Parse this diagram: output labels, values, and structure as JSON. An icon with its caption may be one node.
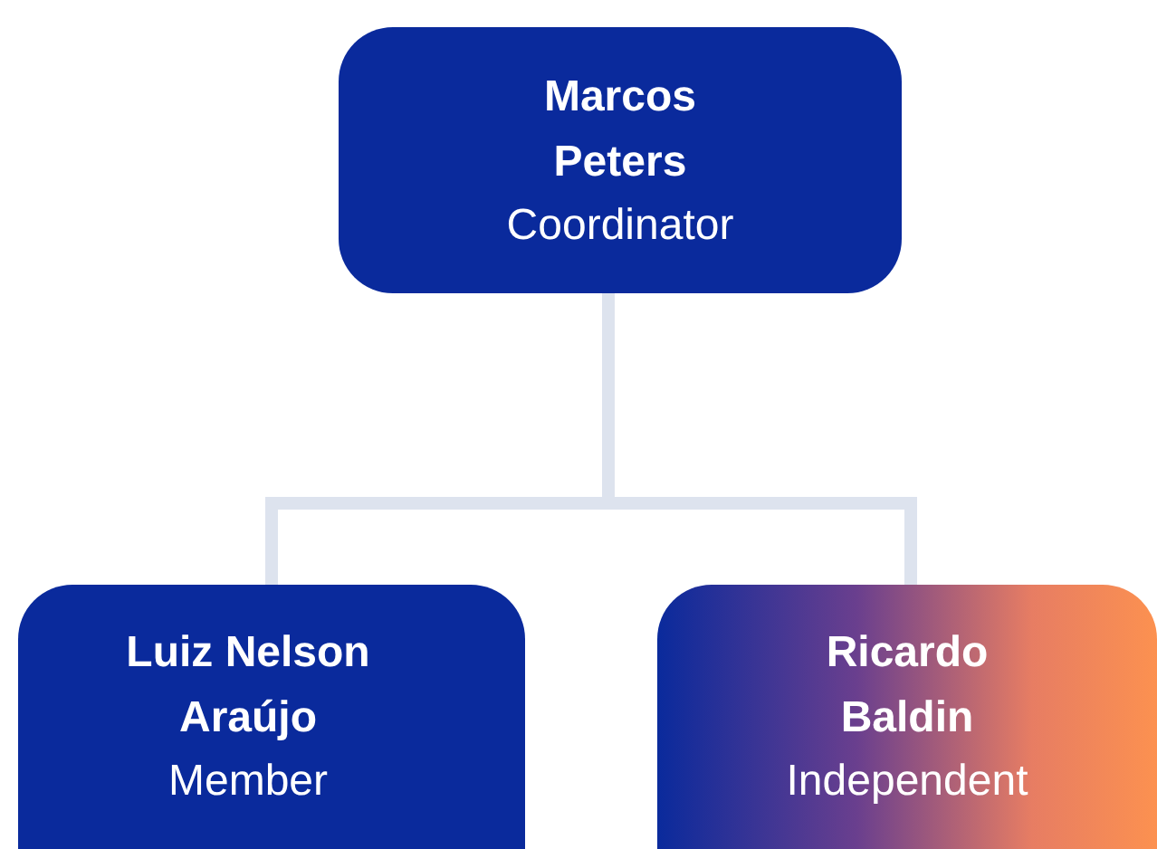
{
  "diagram": {
    "nodes": [
      {
        "text": [
          "Marcos Peters",
          "Coordinator"
        ]
      },
      {
        "text": [
          "Luiz Nelson Araújo",
          "Member"
        ]
      },
      {
        "text": [
          "Ricardo Baldin",
          "Independent"
        ]
      }
    ],
    "edges": [
      {
        "from": 0,
        "to": 1,
        "arrow": "none"
      },
      {
        "from": 0,
        "to": 2,
        "arrow": "none"
      }
    ]
  }
}
